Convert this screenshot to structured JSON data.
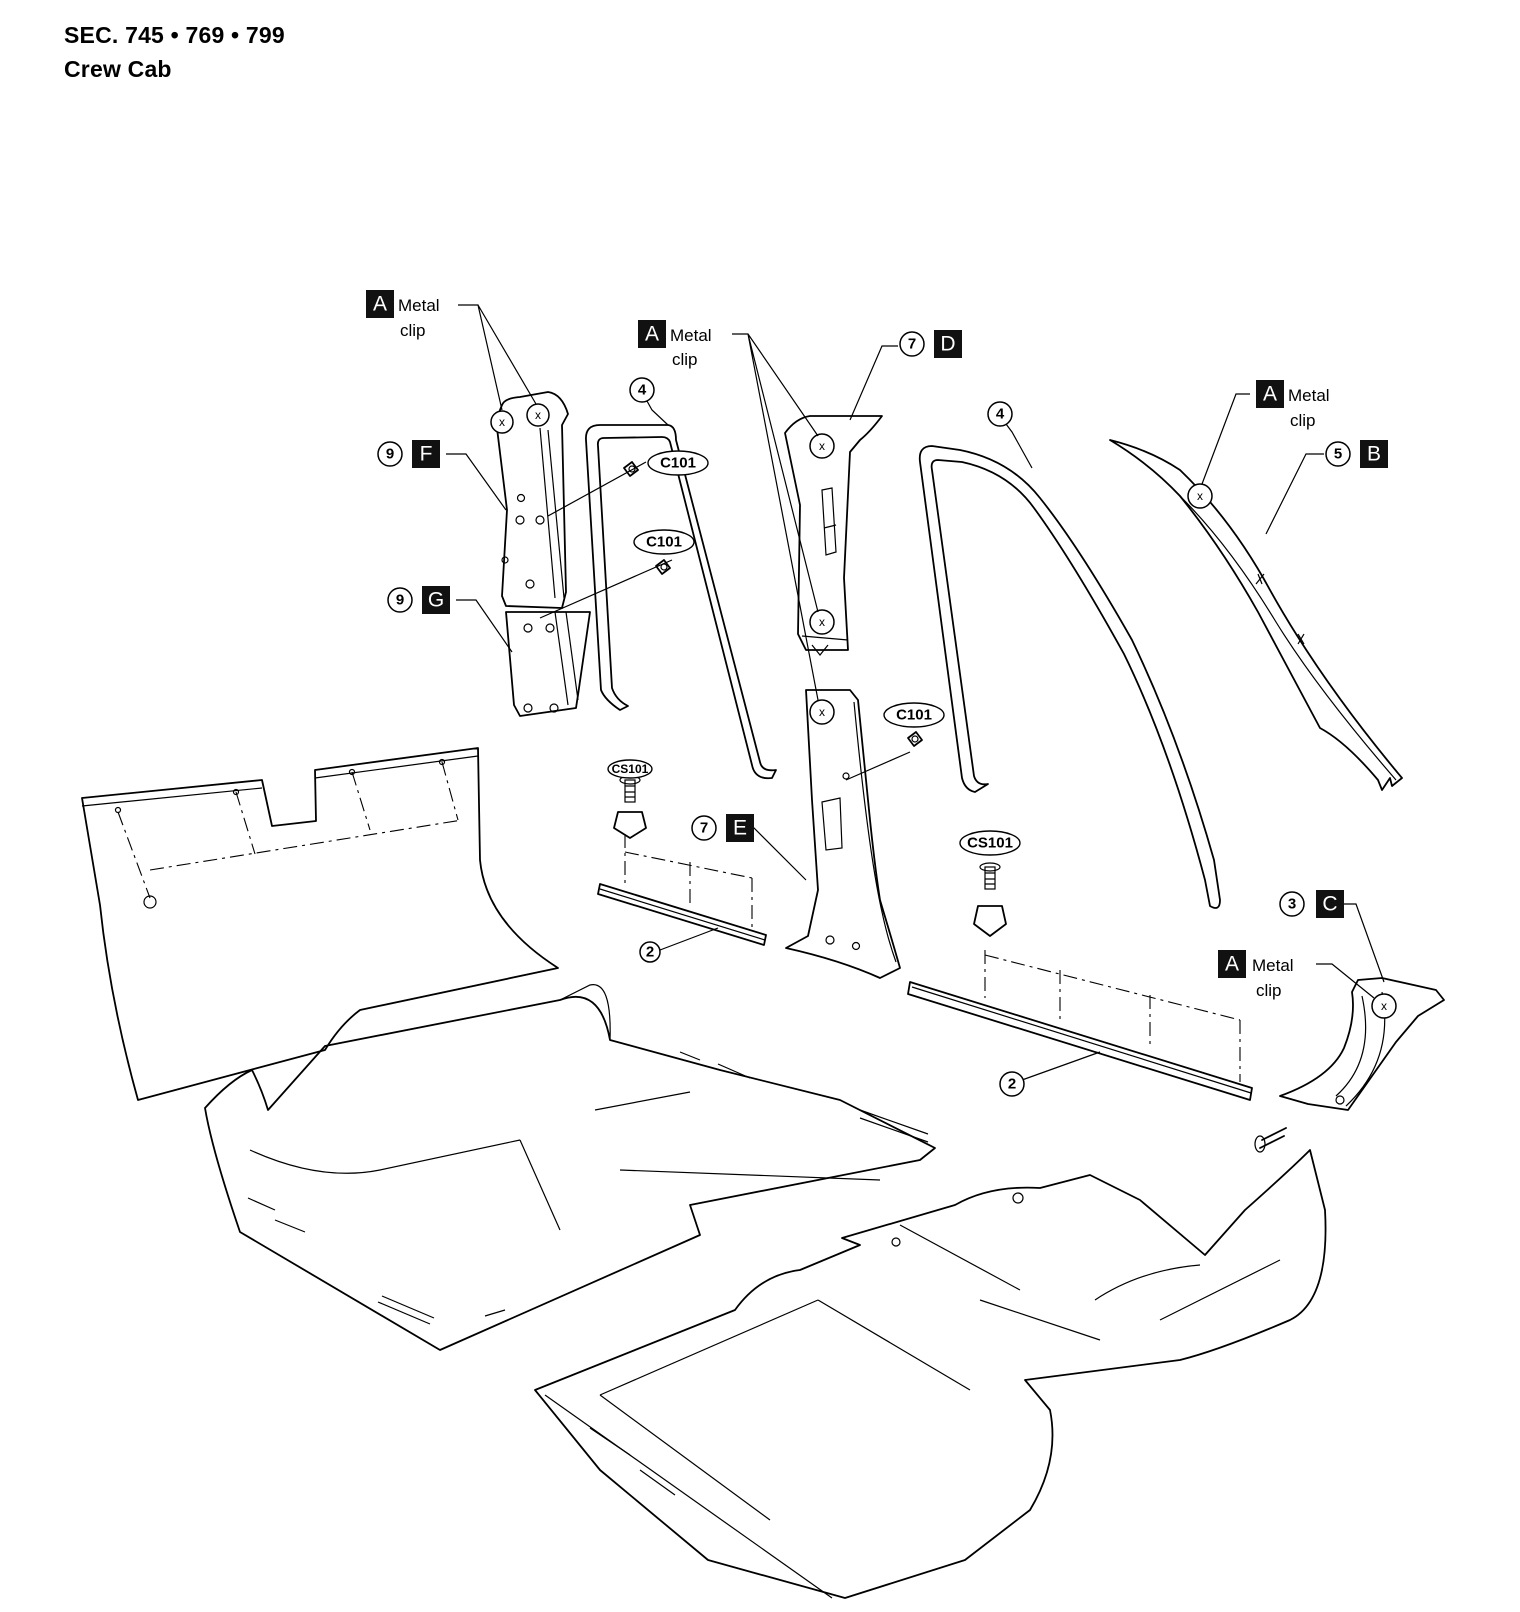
{
  "header": {
    "section": "SEC. 745 • 769 • 799",
    "cab": "Crew Cab"
  },
  "callouts": {
    "metal_clip_letter": "A",
    "metal_clip_line1": "Metal",
    "metal_clip_line2": "clip",
    "clip_symbols": [
      "C101",
      "C101",
      "C101"
    ],
    "screw_symbols": [
      "CS101",
      "CS101"
    ],
    "part_labels": [
      {
        "number": "9",
        "letter": "F"
      },
      {
        "number": "9",
        "letter": "G"
      },
      {
        "number": "4",
        "letter": ""
      },
      {
        "number": "7",
        "letter": "D"
      },
      {
        "number": "4",
        "letter": ""
      },
      {
        "number": "5",
        "letter": "B"
      },
      {
        "number": "7",
        "letter": "E"
      },
      {
        "number": "2",
        "letter": ""
      },
      {
        "number": "2",
        "letter": ""
      },
      {
        "number": "3",
        "letter": "C"
      }
    ],
    "clip_x_mark": "x"
  }
}
